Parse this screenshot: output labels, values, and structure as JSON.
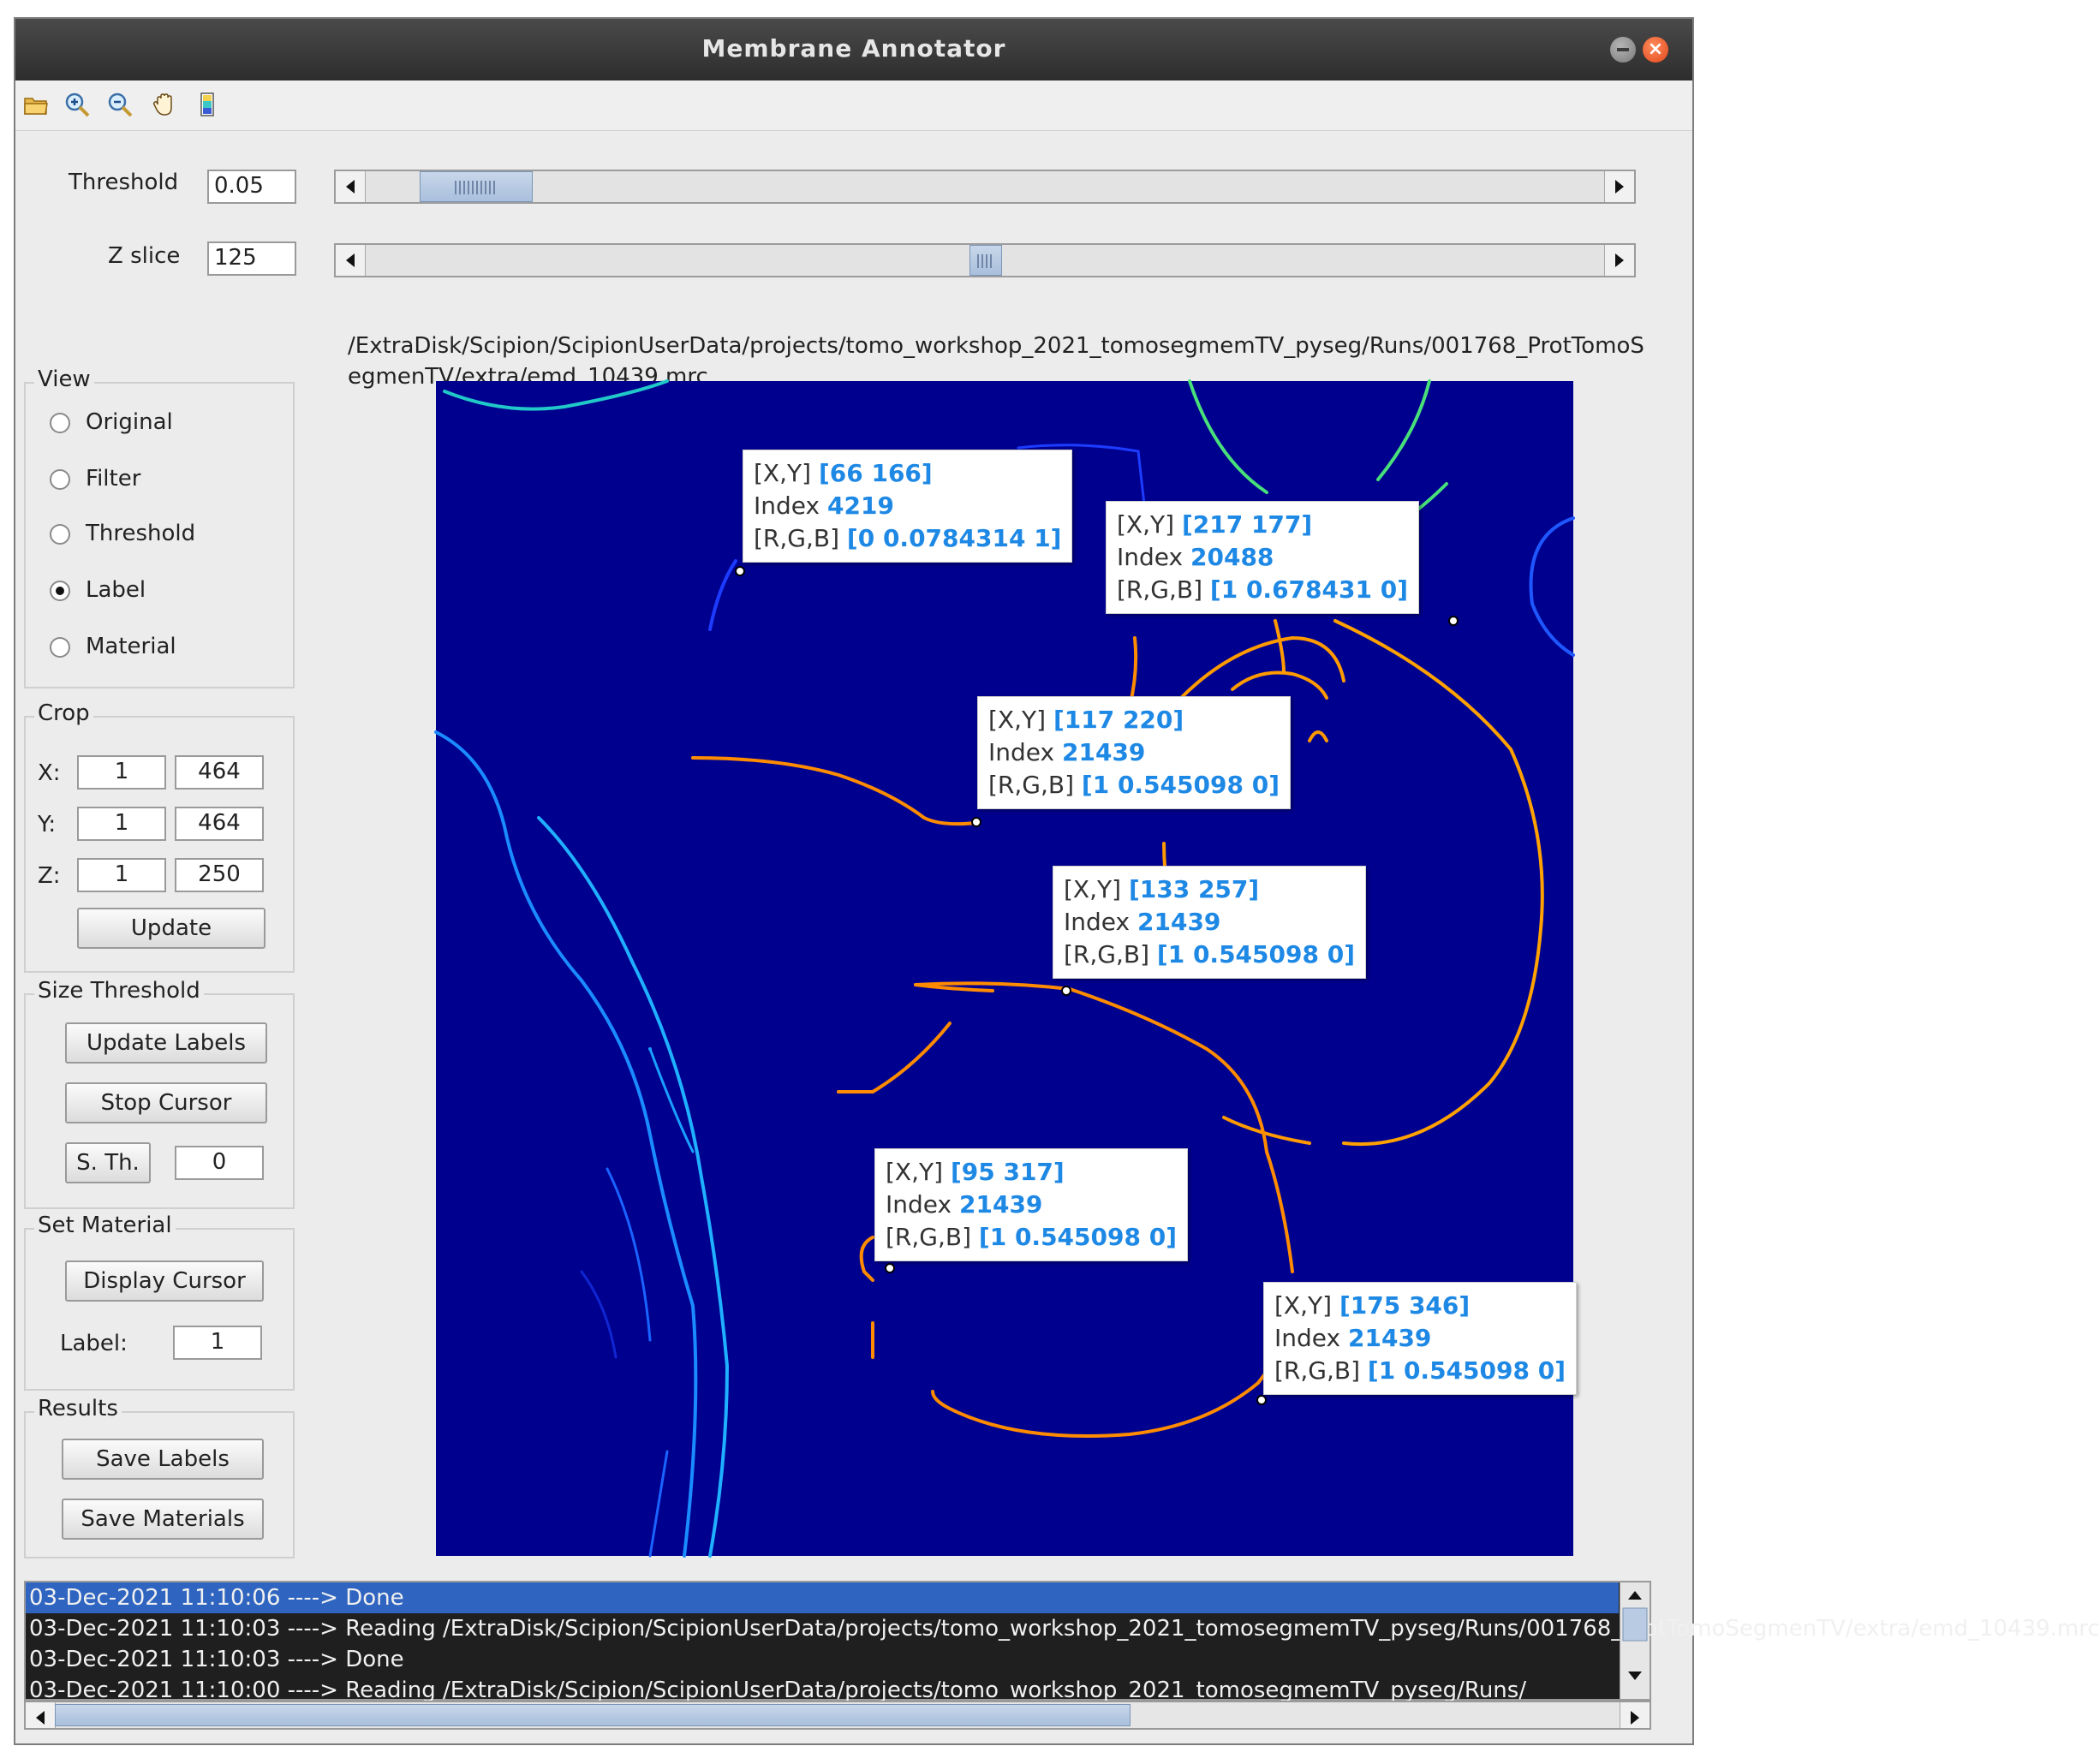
{
  "window": {
    "title": "Membrane Annotator"
  },
  "toolbar": {
    "icons": [
      "open-folder-icon",
      "zoom-in-icon",
      "zoom-out-icon",
      "pan-hand-icon",
      "colorbar-icon"
    ]
  },
  "threshold": {
    "label": "Threshold",
    "value": "0.05"
  },
  "zslice": {
    "label": "Z slice",
    "value": "125"
  },
  "file_path": "/ExtraDisk/Scipion/ScipionUserData/projects/tomo_workshop_2021_tomosegmemTV_pyseg/Runs/001768_ProtTomoSegmenTV/extra/emd_10439.mrc",
  "view": {
    "title": "View",
    "options": [
      "Original",
      "Filter",
      "Threshold",
      "Label",
      "Material"
    ],
    "selected": "Label"
  },
  "crop": {
    "title": "Crop",
    "x_label": "X:",
    "x_min": "1",
    "x_max": "464",
    "y_label": "Y:",
    "y_min": "1",
    "y_max": "464",
    "z_label": "Z:",
    "z_min": "1",
    "z_max": "250",
    "update_label": "Update"
  },
  "size_threshold": {
    "title": "Size Threshold",
    "update_labels": "Update Labels",
    "stop_cursor": "Stop Cursor",
    "sth_label": "S. Th.",
    "sth_value": "0"
  },
  "set_material": {
    "title": "Set Material",
    "display_cursor": "Display Cursor",
    "label_text": "Label:",
    "label_value": "1"
  },
  "results": {
    "title": "Results",
    "save_labels": "Save Labels",
    "save_materials": "Save Materials"
  },
  "datatips": [
    {
      "xy_label": "[X,Y]",
      "xy": "[66 166]",
      "index_label": "Index",
      "index": "4219",
      "rgb_label": "[R,G,B]",
      "rgb": "[0 0.0784314 1]"
    },
    {
      "xy_label": "[X,Y]",
      "xy": "[217 177]",
      "index_label": "Index",
      "index": "20488",
      "rgb_label": "[R,G,B]",
      "rgb": "[1 0.678431 0]"
    },
    {
      "xy_label": "[X,Y]",
      "xy": "[117 220]",
      "index_label": "Index",
      "index": "21439",
      "rgb_label": "[R,G,B]",
      "rgb": "[1 0.545098 0]"
    },
    {
      "xy_label": "[X,Y]",
      "xy": "[133 257]",
      "index_label": "Index",
      "index": "21439",
      "rgb_label": "[R,G,B]",
      "rgb": "[1 0.545098 0]"
    },
    {
      "xy_label": "[X,Y]",
      "xy": "[95 317]",
      "index_label": "Index",
      "index": "21439",
      "rgb_label": "[R,G,B]",
      "rgb": "[1 0.545098 0]"
    },
    {
      "xy_label": "[X,Y]",
      "xy": "[175 346]",
      "index_label": "Index",
      "index": "21439",
      "rgb_label": "[R,G,B]",
      "rgb": "[1 0.545098 0]"
    }
  ],
  "log": [
    "03-Dec-2021 11:10:06 ----> Done",
    "03-Dec-2021 11:10:03 ----> Reading /ExtraDisk/Scipion/ScipionUserData/projects/tomo_workshop_2021_tomosegmemTV_pyseg/Runs/001768_ProtTomoSegmenTV/extra/emd_10439.mrc",
    "03-Dec-2021 11:10:03 ----> Done",
    "03-Dec-2021 11:10:00 ----> Reading /ExtraDisk/Scipion/ScipionUserData/projects/tomo_workshop_2021_tomosegmemTV_pyseg/Runs/"
  ],
  "colors": {
    "plot_background": "#00008f",
    "orange_membrane": "#ff8c00",
    "blue_membrane": "#1a8cff",
    "green_membrane": "#4cff7a",
    "datatip_value": "#1e88e5",
    "log_selected": "#2f65c0"
  }
}
